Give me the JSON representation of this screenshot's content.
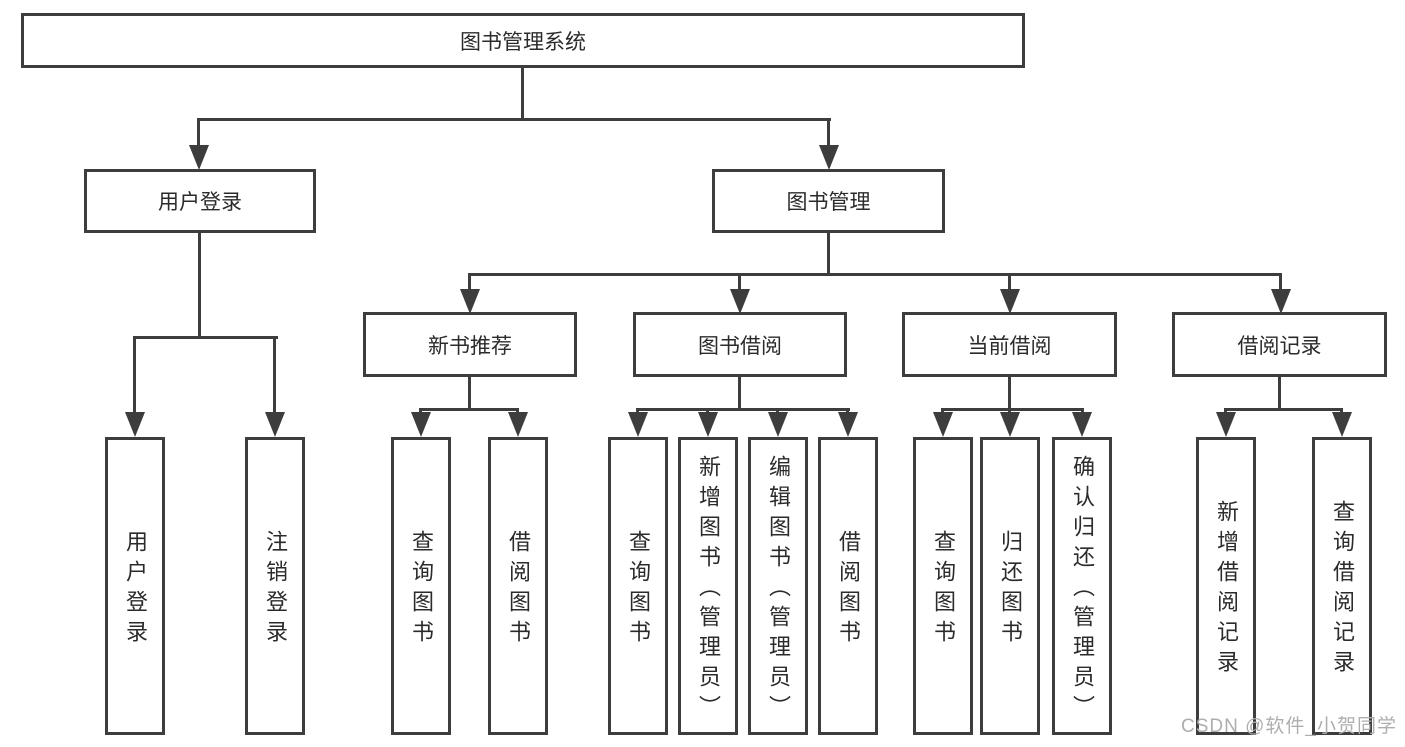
{
  "diagram": {
    "root": "图书管理系统",
    "user_login": {
      "label": "用户登录",
      "children": [
        "用户登录",
        "注销登录"
      ]
    },
    "book_mgmt": {
      "label": "图书管理",
      "sections": [
        {
          "label": "新书推荐",
          "children": [
            "查询图书",
            "借阅图书"
          ]
        },
        {
          "label": "图书借阅",
          "children": [
            "查询图书",
            "新增图书（管理员）",
            "编辑图书（管理员）",
            "借阅图书"
          ]
        },
        {
          "label": "当前借阅",
          "children": [
            "查询图书",
            "归还图书",
            "确认归还（管理员）"
          ]
        },
        {
          "label": "借阅记录",
          "children": [
            "新增借阅记录",
            "查询借阅记录"
          ]
        }
      ]
    }
  },
  "watermark": "CSDN @软件_小贺同学",
  "colors": {
    "line": "#3d3d3d",
    "text": "#2b2b2b",
    "watermark": "#aeaeae",
    "background": "#ffffff"
  }
}
